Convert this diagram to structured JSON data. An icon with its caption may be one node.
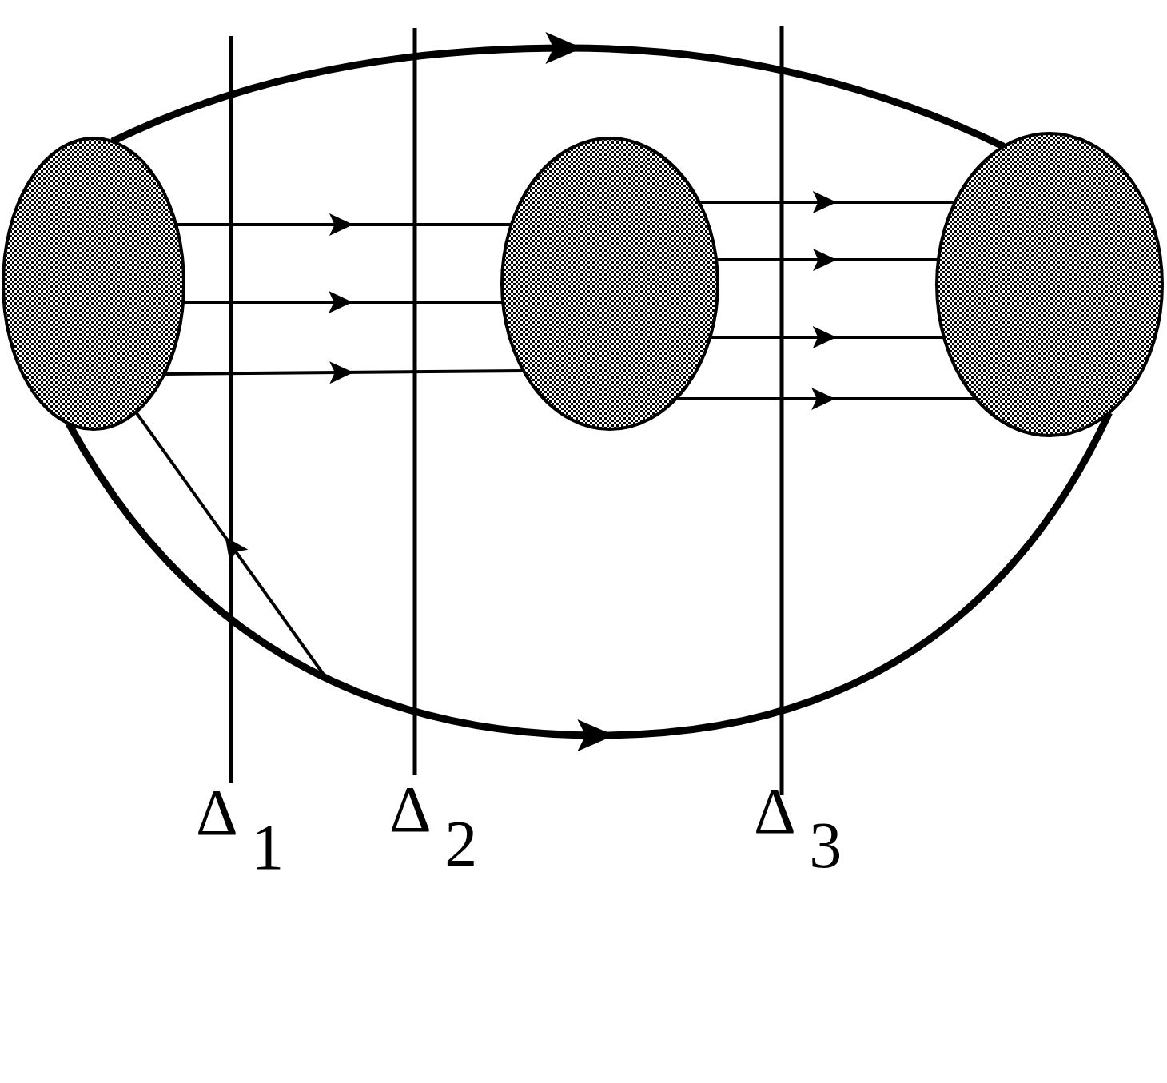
{
  "diagram": {
    "nodes": [
      {
        "text": [],
        "shape": "ellipse"
      },
      {
        "text": [],
        "shape": "ellipse"
      },
      {
        "text": [],
        "shape": "ellipse"
      }
    ],
    "edges": [
      {
        "from": 0,
        "to": 2,
        "arrow": "to",
        "style": "thick"
      },
      {
        "from": 0,
        "to": 1,
        "arrow": "to"
      },
      {
        "from": 0,
        "to": 1,
        "arrow": "to"
      },
      {
        "from": 0,
        "to": 1,
        "arrow": "to"
      },
      {
        "from": 1,
        "to": 2,
        "arrow": "to"
      },
      {
        "from": 1,
        "to": 2,
        "arrow": "to"
      },
      {
        "from": 1,
        "to": 2,
        "arrow": "to"
      },
      {
        "from": 1,
        "to": 2,
        "arrow": "to"
      },
      {
        "from": 0,
        "to": 2,
        "arrow": "to",
        "style": "thick"
      },
      {
        "from": null,
        "to": 0,
        "arrow": "to"
      }
    ],
    "labels": [
      "Δ$_{1}$",
      "Δ$_{2}$",
      "Δ$_{3}$"
    ]
  }
}
